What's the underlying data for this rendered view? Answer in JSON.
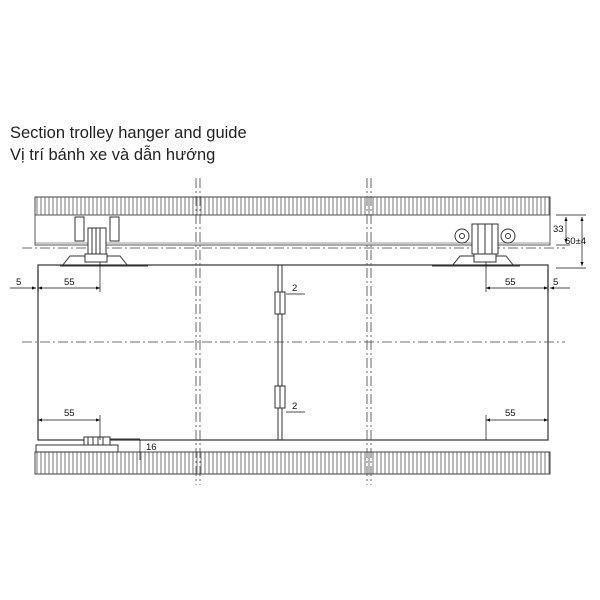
{
  "title": {
    "line1": "Section trolley hanger and guide",
    "line2": "Vị trí bánh xe và dẫn hướng"
  },
  "dimensions": {
    "left_gap": "5",
    "right_gap": "5",
    "top_left_offset": "55",
    "top_right_offset": "55",
    "bottom_left_offset": "55",
    "bottom_right_offset": "55",
    "middle_gap_upper": "2",
    "middle_gap_lower": "2",
    "guide_height": "16",
    "track_height": "33",
    "hanger_height": "60±4"
  }
}
